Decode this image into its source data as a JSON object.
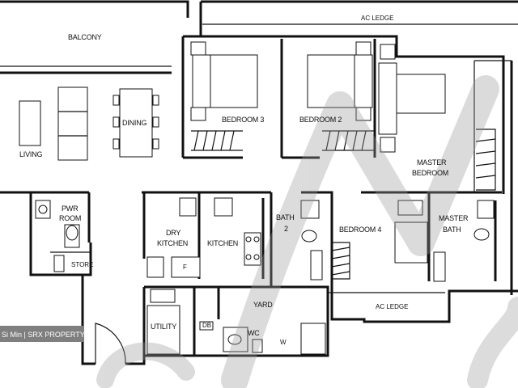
{
  "rooms": {
    "balcony": "BALCONY",
    "ac_ledge_top": "AC LEDGE",
    "living": "LIVING",
    "dining": "DINING",
    "bedroom3": "BEDROOM 3",
    "bedroom2": "BEDROOM 2",
    "master_bedroom_line1": "MASTER",
    "master_bedroom_line2": "BEDROOM",
    "pwr_room_line1": "PWR",
    "pwr_room_line2": "ROOM",
    "store": "STORE",
    "dry_kitchen_line1": "DRY",
    "dry_kitchen_line2": "KITCHEN",
    "kitchen": "KITCHEN",
    "bath2_line1": "BATH",
    "bath2_line2": "2",
    "bedroom4": "BEDROOM 4",
    "master_bath_line1": "MASTER",
    "master_bath_line2": "BATH",
    "yard": "YARD",
    "ac_ledge_bottom": "AC LEDGE",
    "utility": "UTILITY",
    "wc": "WC",
    "db": "DB",
    "w": "W",
    "f": "F"
  },
  "watermark": {
    "caption": "Si Min | SRX PROPERTY"
  },
  "colors": {
    "wall": "#111111",
    "watermark": "#9a9a9a",
    "caption_bg": "#7f7f7f"
  }
}
